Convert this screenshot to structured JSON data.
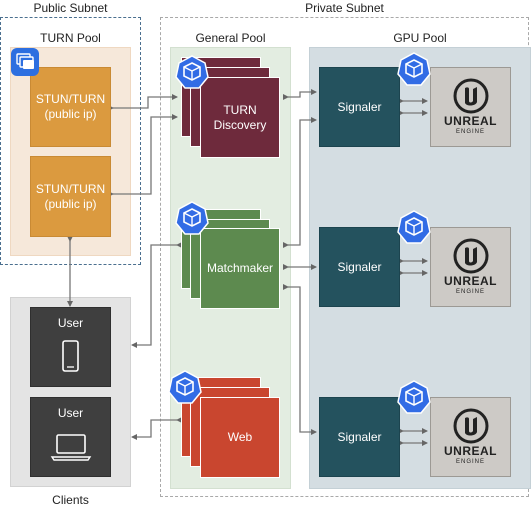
{
  "subnets": {
    "public": "Public Subnet",
    "private": "Private Subnet"
  },
  "pools": {
    "turn": "TURN Pool",
    "general": "General Pool",
    "gpu": "GPU Pool",
    "clients": "Clients"
  },
  "nodes": {
    "stun1": [
      "STUN/TURN",
      "(public ip)"
    ],
    "stun2": [
      "STUN/TURN",
      "(public ip)"
    ],
    "turn_discovery": [
      "TURN",
      "Discovery"
    ],
    "matchmaker": "Matchmaker",
    "web": "Web",
    "signaler1": "Signaler",
    "signaler2": "Signaler",
    "signaler3": "Signaler",
    "user1": "User",
    "user2": "User"
  },
  "unreal_logo": {
    "word": "UNREAL",
    "sub": "ENGINE"
  },
  "icons": {
    "kubernetes": "kubernetes-pod-icon",
    "autoscaling": "autoscaling-group-icon",
    "phone": "mobile-phone-icon",
    "laptop": "laptop-icon"
  },
  "colors": {
    "stun": "#db9a3f",
    "turn_discovery": "#6e2a3c",
    "matchmaker": "#5d8a4f",
    "web": "#c9462f",
    "signaler": "#24525e",
    "kube": "#326ce5"
  }
}
